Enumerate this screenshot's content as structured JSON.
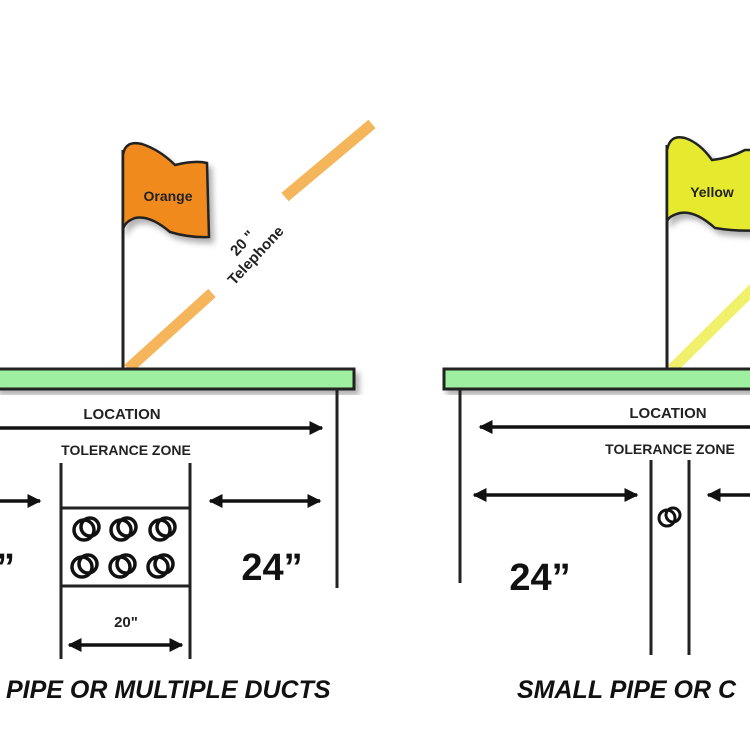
{
  "left_panel": {
    "flag_label": "Orange",
    "flag_color": "#f08a1c",
    "utility_line_label_size": "20 \"",
    "utility_line_label_type": "Telephone",
    "utility_line_color": "#f5b55a",
    "location_label": "LOCATION",
    "tolerance_label": "TOLERANCE ZONE",
    "width_label": "20\"",
    "clearance_label": "24”",
    "clearance_label_partial": "”",
    "caption": "PIPE OR MULTIPLE DUCTS"
  },
  "right_panel": {
    "flag_label": "Yellow",
    "flag_color": "#e6ea2e",
    "utility_line_color": "#f1f06a",
    "location_label": "LOCATION",
    "tolerance_label": "TOLERANCE ZONE",
    "clearance_label": "24”",
    "caption": "SMALL PIPE OR C"
  },
  "ground_color": "#9ef0a0"
}
